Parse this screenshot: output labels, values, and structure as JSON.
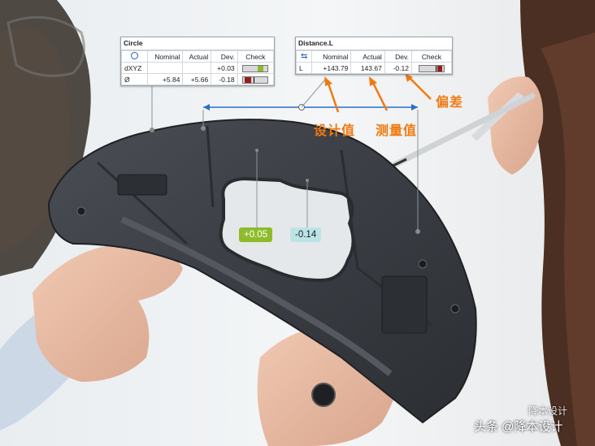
{
  "circle_table": {
    "title": "Circle",
    "columns": [
      "",
      "Nominal",
      "Actual",
      "Dev.",
      "Check"
    ],
    "rows": [
      {
        "label": "dXYZ",
        "nominal": "",
        "actual": "",
        "dev": "+0.03"
      },
      {
        "label": "Ø",
        "nominal": "+5.84",
        "actual": "+5.66",
        "dev": "-0.18"
      }
    ]
  },
  "distance_table": {
    "title": "Distance.L",
    "columns": [
      "",
      "Nominal",
      "Actual",
      "Dev.",
      "Check"
    ],
    "rows": [
      {
        "label": "L",
        "nominal": "+143.79",
        "actual": "143.67",
        "dev": "-0.12"
      }
    ]
  },
  "annotations": {
    "design_value": "设计值",
    "measured_value": "测量值",
    "deviation": "偏差"
  },
  "point_labels": {
    "left": "+0.05",
    "right": "-0.14"
  },
  "colors": {
    "annotation_orange": "#f07a10",
    "label_green": "#8dbb2a",
    "label_teal": "#bde4e4",
    "dimension_blue": "#2a6fc0"
  },
  "watermark": {
    "brand": "降本设计",
    "text": "头条 @降本设计"
  }
}
